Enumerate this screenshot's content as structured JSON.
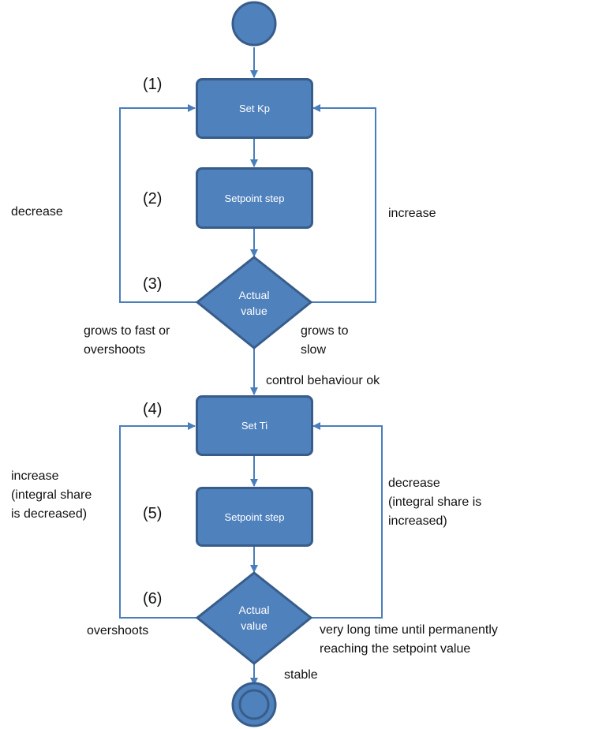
{
  "colors": {
    "fill": "#4f81bd",
    "stroke": "#385d8a",
    "line": "#4a7ebb"
  },
  "steps": {
    "s1": "(1)",
    "s2": "(2)",
    "s3": "(3)",
    "s4": "(4)",
    "s5": "(5)",
    "s6": "(6)"
  },
  "nodes": {
    "set_kp": "Set Kp",
    "setpoint_step_1": "Setpoint step",
    "decision_1": [
      "Actual",
      "value"
    ],
    "set_ti": "Set Ti",
    "setpoint_step_2": "Setpoint step",
    "decision_2": [
      "Actual",
      "value"
    ]
  },
  "edges": {
    "kp_decrease": "decrease",
    "kp_increase": "increase",
    "fast_overshoot": [
      "grows to fast or",
      "overshoots"
    ],
    "slow": [
      "grows to",
      "slow"
    ],
    "control_ok": "control behaviour ok",
    "ti_increase": [
      "increase",
      "(integral share",
      "is decreased)"
    ],
    "ti_decrease": [
      "decrease",
      "(integral share is",
      "increased)"
    ],
    "overshoots": "overshoots",
    "long_time": [
      "very long time until permanently",
      "reaching the setpoint value"
    ],
    "stable": "stable"
  }
}
